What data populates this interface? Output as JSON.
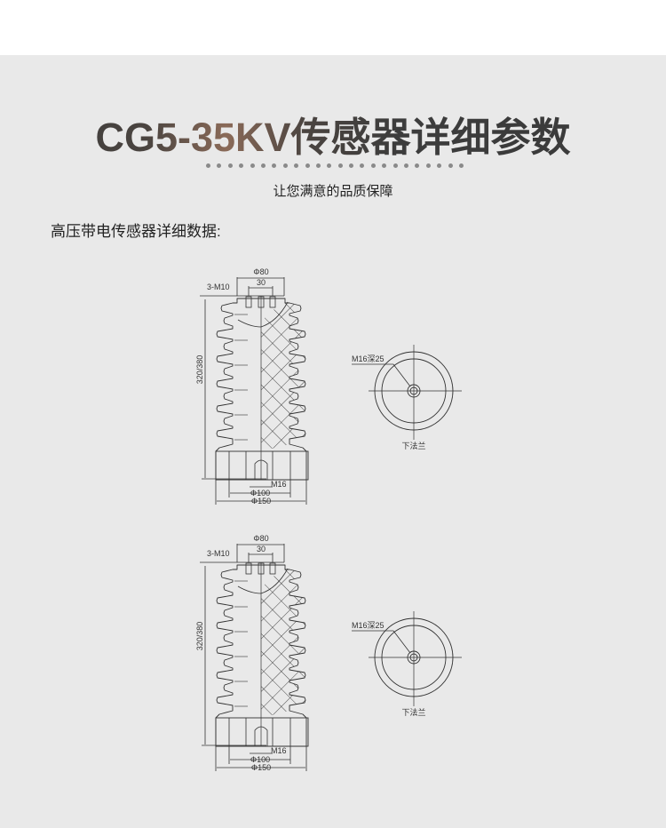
{
  "header": {
    "title": "CG5-35KV传感器详细参数",
    "subtitle": "让您满意的品质保障",
    "divider_dot_count": 24
  },
  "section": {
    "label": "高压带电传感器详细数据:"
  },
  "drawings": [
    {
      "dim_top_diameter": "Φ80",
      "dim_hole_spacing": "30",
      "dim_holes": "3-M10",
      "dim_height": "320/380",
      "dim_bottom_thread": "M16",
      "dim_inner_diameter": "Φ100",
      "dim_base_diameter": "Φ150",
      "flange_hole": "M16深25",
      "flange_label": "下法兰"
    },
    {
      "dim_top_diameter": "Φ80",
      "dim_hole_spacing": "30",
      "dim_holes": "3-M10",
      "dim_height": "320/380",
      "dim_bottom_thread": "M16",
      "dim_inner_diameter": "Φ100",
      "dim_base_diameter": "Φ150",
      "flange_hole": "M16深25",
      "flange_label": "下法兰"
    }
  ]
}
